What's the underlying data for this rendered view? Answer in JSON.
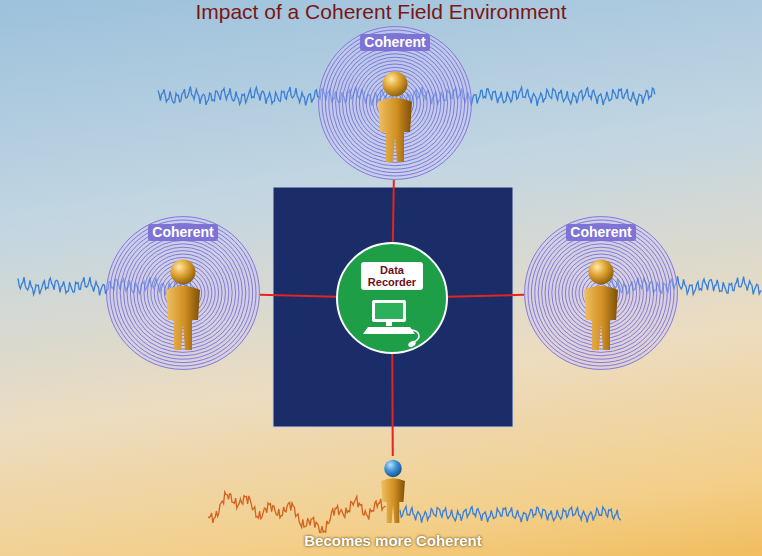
{
  "diagram": {
    "title": "Impact of a Coherent Field Environment",
    "nodes": [
      {
        "text": [
          "Coherent"
        ]
      },
      {
        "text": [
          "Coherent"
        ]
      },
      {
        "text": [
          "Data Recorder"
        ]
      },
      {
        "text": [
          "Coherent"
        ]
      },
      {
        "text": [
          "Becomes more Coherent"
        ]
      }
    ],
    "edges": [
      {
        "from": 2,
        "to": 0,
        "arrow": "none"
      },
      {
        "from": 2,
        "to": 1,
        "arrow": "none"
      },
      {
        "from": 2,
        "to": 3,
        "arrow": "none"
      },
      {
        "from": 2,
        "to": 4,
        "arrow": "none"
      }
    ]
  }
}
